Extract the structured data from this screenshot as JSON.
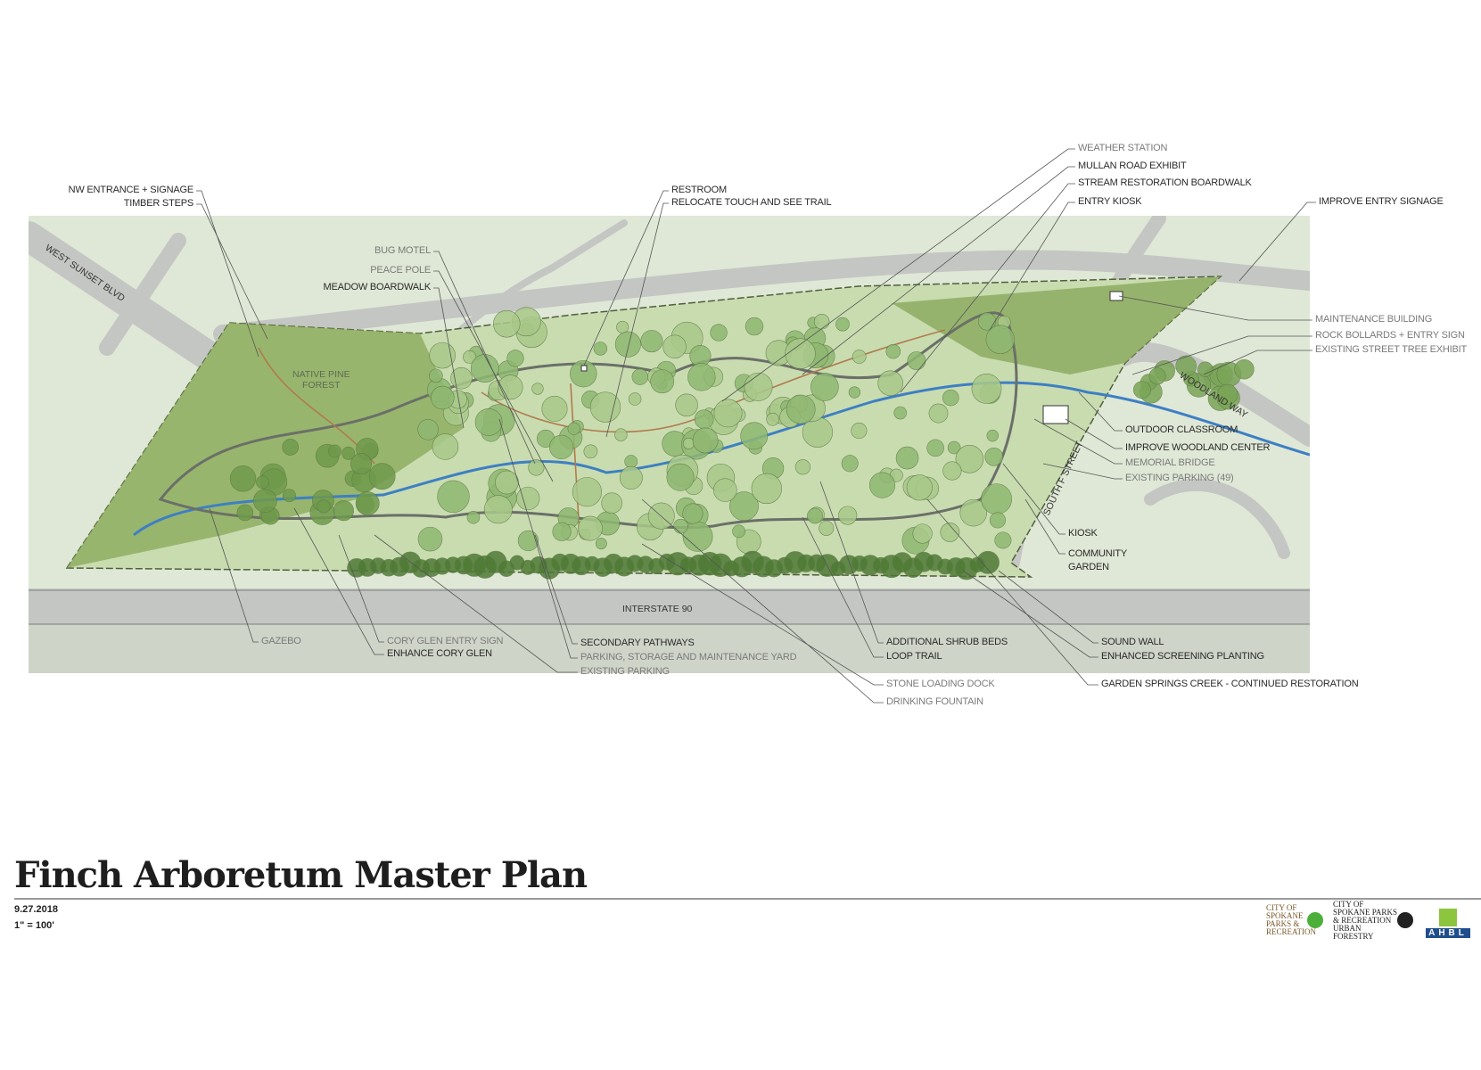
{
  "title": "Finch Arboretum Master Plan",
  "date": "9.27.2018",
  "scale": "1\" = 100'",
  "map_labels": {
    "west_sunset_blvd": "WEST SUNSET BLVD",
    "native_pine_forest": "NATIVE PINE\nFOREST",
    "interstate_90": "INTERSTATE 90",
    "woodland_way": "WOODLAND WAY",
    "south_f_street": "SOUTH F STREET"
  },
  "callouts": {
    "nw_entrance": "NW ENTRANCE + SIGNAGE",
    "timber_steps": "TIMBER STEPS",
    "bug_motel": "BUG MOTEL",
    "peace_pole": "PEACE POLE",
    "meadow_boardwalk": "MEADOW BOARDWALK",
    "restroom": "RESTROOM",
    "relocate_touch": "RELOCATE TOUCH AND SEE TRAIL",
    "weather_station": "WEATHER STATION",
    "mullan_road": "MULLAN ROAD EXHIBIT",
    "stream_boardwalk": "STREAM RESTORATION BOARDWALK",
    "entry_kiosk": "ENTRY KIOSK",
    "improve_entry_signage": "IMPROVE ENTRY SIGNAGE",
    "maintenance_building": "MAINTENANCE BUILDING",
    "rock_bollards": "ROCK BOLLARDS + ENTRY SIGN",
    "street_tree_exhibit": "EXISTING STREET TREE EXHIBIT",
    "outdoor_classroom": "OUTDOOR CLASSROOM",
    "improve_woodland_center": "IMPROVE WOODLAND CENTER",
    "memorial_bridge": "MEMORIAL BRIDGE",
    "existing_parking_49": "EXISTING PARKING (49)",
    "kiosk": "KIOSK",
    "community_garden": "COMMUNITY\nGARDEN",
    "gazebo": "GAZEBO",
    "cory_glen_sign": "CORY GLEN ENTRY SIGN",
    "enhance_cory_glen": "ENHANCE CORY GLEN",
    "secondary_pathways": "SECONDARY PATHWAYS",
    "parking_storage": "PARKING, STORAGE AND MAINTENANCE YARD",
    "existing_parking": "EXISTING PARKING",
    "shrub_beds": "ADDITIONAL SHRUB BEDS",
    "loop_trail": "LOOP TRAIL",
    "stone_dock": "STONE LOADING DOCK",
    "drinking_fountain": "DRINKING FOUNTAIN",
    "sound_wall": "SOUND WALL",
    "screening_planting": "ENHANCED SCREENING PLANTING",
    "garden_springs": "GARDEN SPRINGS CREEK - CONTINUED RESTORATION"
  },
  "logos": {
    "parks": "CITY OF SPOKANE PARKS & RECREATION",
    "urban_forestry": "CITY OF SPOKANE PARKS & RECREATION URBAN FORESTRY",
    "ahbl": "AHBL"
  },
  "colors": {
    "park_green": "#8fae62",
    "stream_blue": "#3d7fc4",
    "trail": "#b07a4e",
    "road": "#c9cbc9"
  }
}
